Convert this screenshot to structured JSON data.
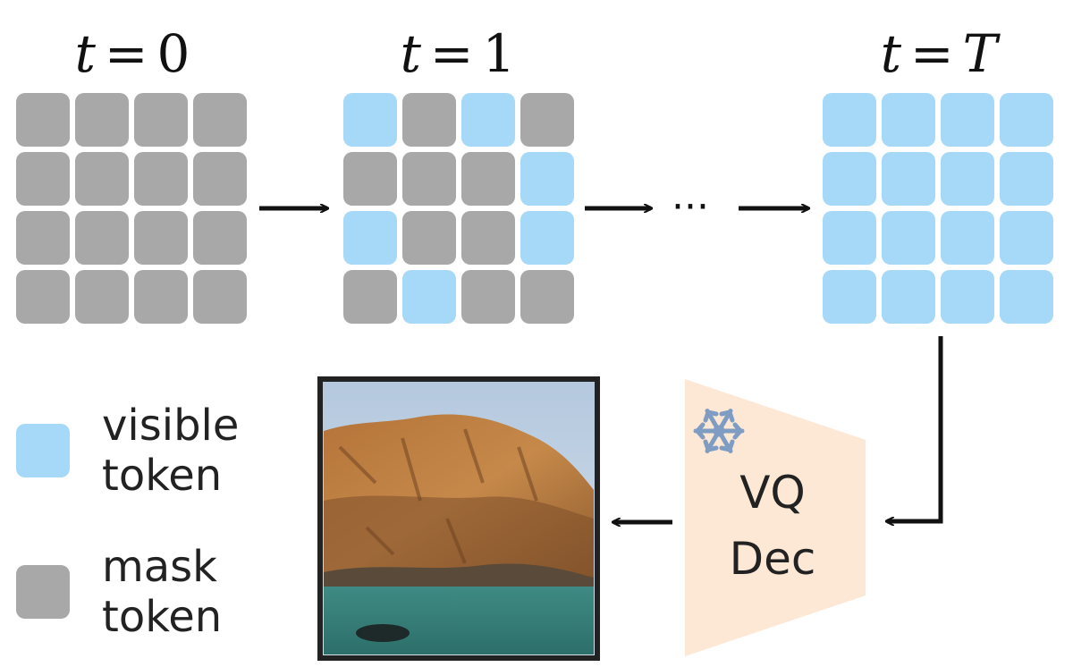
{
  "colors": {
    "visible": "#a6d9f7",
    "mask": "#a8a8a8",
    "decoder": "#fde8d6",
    "snowflake": "#7f9cc3",
    "arrow": "#111111",
    "image_frame": "#222222"
  },
  "steps": [
    {
      "label_var": "t",
      "label_eq": "=",
      "label_val": "0",
      "grid": [
        [
          "mask",
          "mask",
          "mask",
          "mask"
        ],
        [
          "mask",
          "mask",
          "mask",
          "mask"
        ],
        [
          "mask",
          "mask",
          "mask",
          "mask"
        ],
        [
          "mask",
          "mask",
          "mask",
          "mask"
        ]
      ]
    },
    {
      "label_var": "t",
      "label_eq": "=",
      "label_val": "1",
      "grid": [
        [
          "visible",
          "mask",
          "visible",
          "mask"
        ],
        [
          "mask",
          "mask",
          "mask",
          "visible"
        ],
        [
          "visible",
          "mask",
          "mask",
          "visible"
        ],
        [
          "mask",
          "visible",
          "mask",
          "mask"
        ]
      ]
    },
    {
      "label_var": "t",
      "label_eq": "=",
      "label_val": "T",
      "grid": [
        [
          "visible",
          "visible",
          "visible",
          "visible"
        ],
        [
          "visible",
          "visible",
          "visible",
          "visible"
        ],
        [
          "visible",
          "visible",
          "visible",
          "visible"
        ],
        [
          "visible",
          "visible",
          "visible",
          "visible"
        ]
      ]
    }
  ],
  "ellipsis": "···",
  "legend": {
    "visible_line1": "visible",
    "visible_line2": "token",
    "mask_line1": "mask",
    "mask_line2": "token"
  },
  "decoder": {
    "line1": "VQ",
    "line2": "Dec",
    "icon": "snowflake-icon"
  },
  "output_image": {
    "icon": "generated-image"
  }
}
